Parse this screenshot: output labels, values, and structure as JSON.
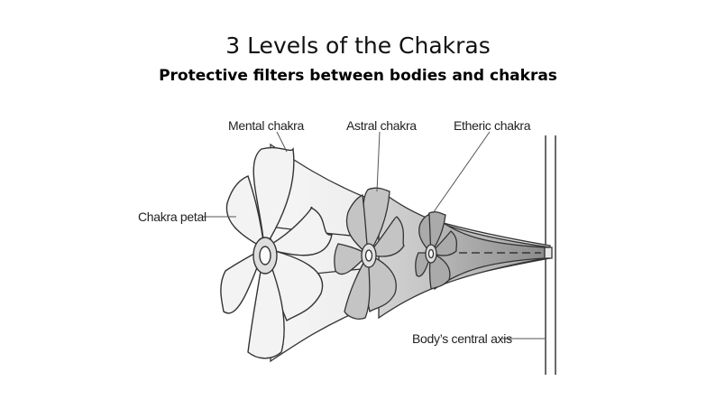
{
  "title": "3 Levels of the Chakras",
  "subtitle": "Protective filters between bodies and chakras",
  "labels": {
    "mental": "Mental chakra",
    "astral": "Astral chakra",
    "etheric": "Etheric chakra",
    "petal": "Chakra petal",
    "axis": "Body’s central axis"
  }
}
